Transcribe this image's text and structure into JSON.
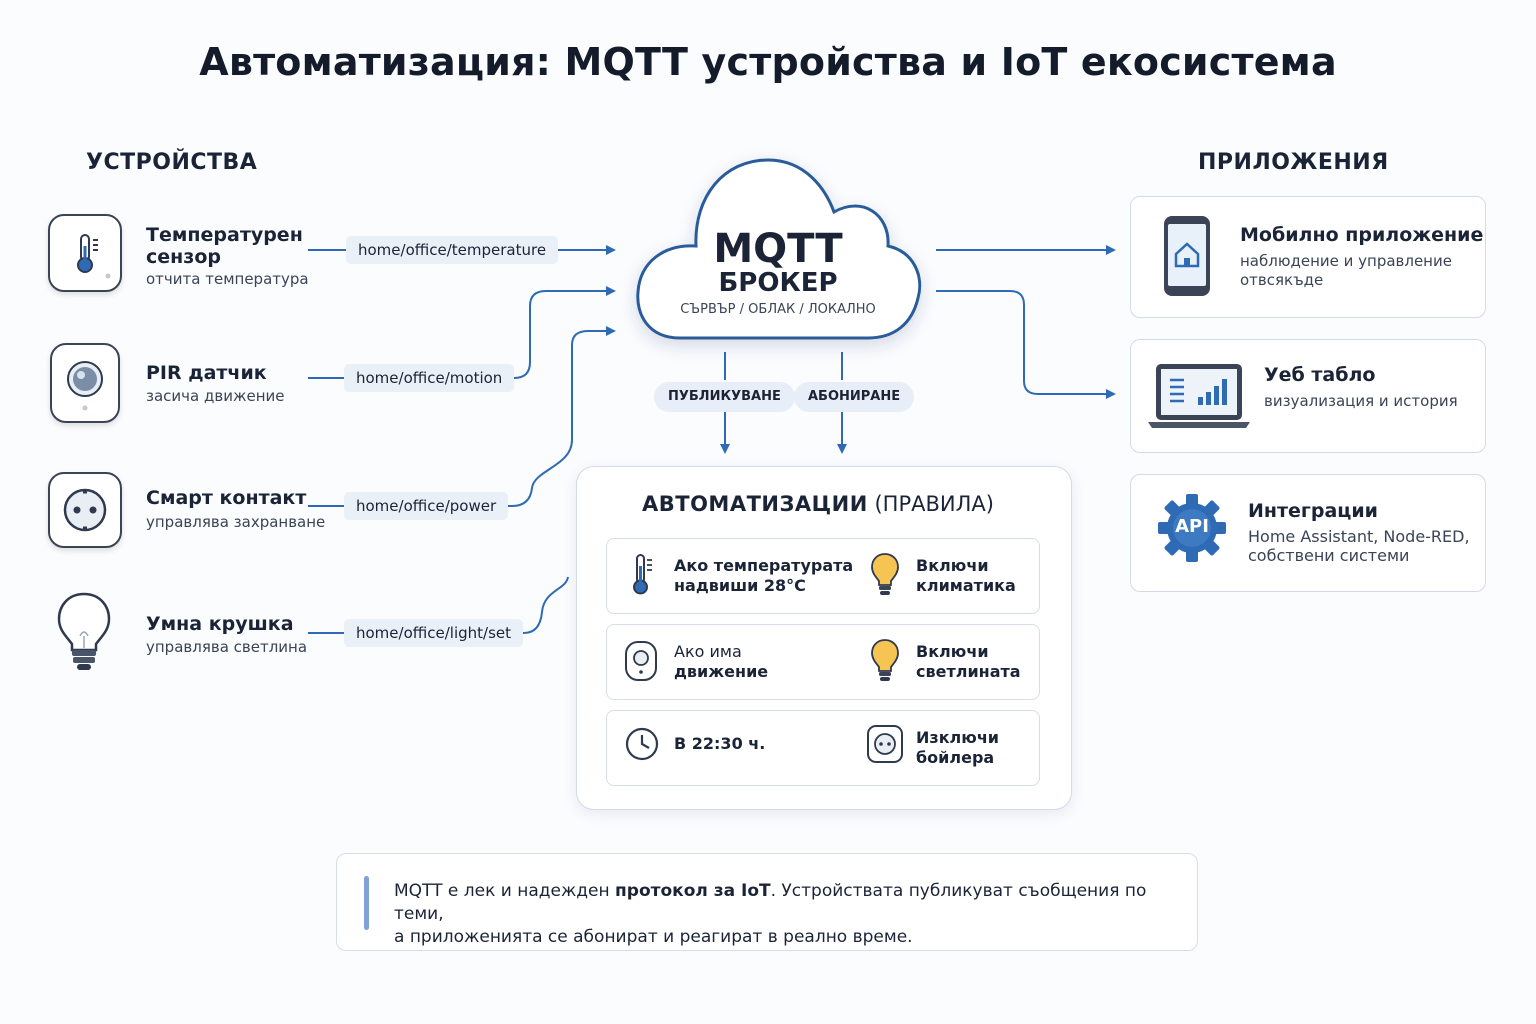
{
  "title": "Автоматизация: MQTT устройства и IoT екосистема",
  "colors": {
    "accent": "#2e6bb4",
    "text": "#1b2436",
    "muted": "#3a4456",
    "bulb": "#f6c453"
  },
  "devices": {
    "heading": "УСТРОЙСТВА",
    "items": [
      {
        "name": "Температурен сензор",
        "desc": "отчита температура",
        "topic": "home/office/temperature",
        "icon": "thermometer-icon"
      },
      {
        "name": "PIR датчик",
        "desc": "засича движение",
        "topic": "home/office/motion",
        "icon": "motion-sensor-icon"
      },
      {
        "name": "Смарт контакт",
        "desc": "управлява захранване",
        "topic": "home/office/power",
        "icon": "smart-plug-icon"
      },
      {
        "name": "Умна крушка",
        "desc": "управлява светлина",
        "topic": "home/office/light/set",
        "icon": "light-bulb-icon"
      }
    ]
  },
  "broker": {
    "title": "MQTT",
    "subtitle": "БРОКЕР",
    "note": "СЪРВЪР / ОБЛАК / ЛОКАЛНО",
    "publish": "ПУБЛИКУВАНЕ",
    "subscribe": "АБОНИРАНЕ"
  },
  "automations": {
    "title_bold": "АВТОМАТИЗАЦИИ",
    "title_rest": "(ПРАВИЛА)",
    "rules": [
      {
        "cond_a": "Ако температурата",
        "cond_b": "надвиши 28°C",
        "act_a": "Включи",
        "act_b": "климатика",
        "cond_icon": "thermometer-icon",
        "act_icon": "light-bulb-icon"
      },
      {
        "cond_a": "Ако има",
        "cond_b": "движение",
        "act_a": "Включи",
        "act_b": "светлината",
        "cond_icon": "motion-sensor-icon",
        "act_icon": "light-bulb-icon"
      },
      {
        "cond_a": "В 22:30 ч.",
        "cond_b": "",
        "act_a": "Изключи",
        "act_b": "бойлера",
        "cond_icon": "clock-icon",
        "act_icon": "smart-plug-icon"
      }
    ]
  },
  "apps": {
    "heading": "ПРИЛОЖЕНИЯ",
    "items": [
      {
        "name": "Мобилно приложение",
        "desc_a": "наблюдение и управление",
        "desc_b": "отвсякъде",
        "icon": "smartphone-icon"
      },
      {
        "name": "Уеб табло",
        "desc_a": "визуализация и история",
        "desc_b": "",
        "icon": "laptop-dashboard-icon"
      },
      {
        "name": "Интеграции",
        "desc_a": "Home Assistant, Node-RED,",
        "desc_b": "собствени системи",
        "icon": "api-gear-icon",
        "icon_label": "API"
      }
    ]
  },
  "footer": {
    "part1": "MQTT е лек и надежден ",
    "bold": "протокол за IoT",
    "part2": ". Устройствата публикуват съобщения по теми,",
    "line2": "а приложенията се абонират и реагират в реално време."
  }
}
